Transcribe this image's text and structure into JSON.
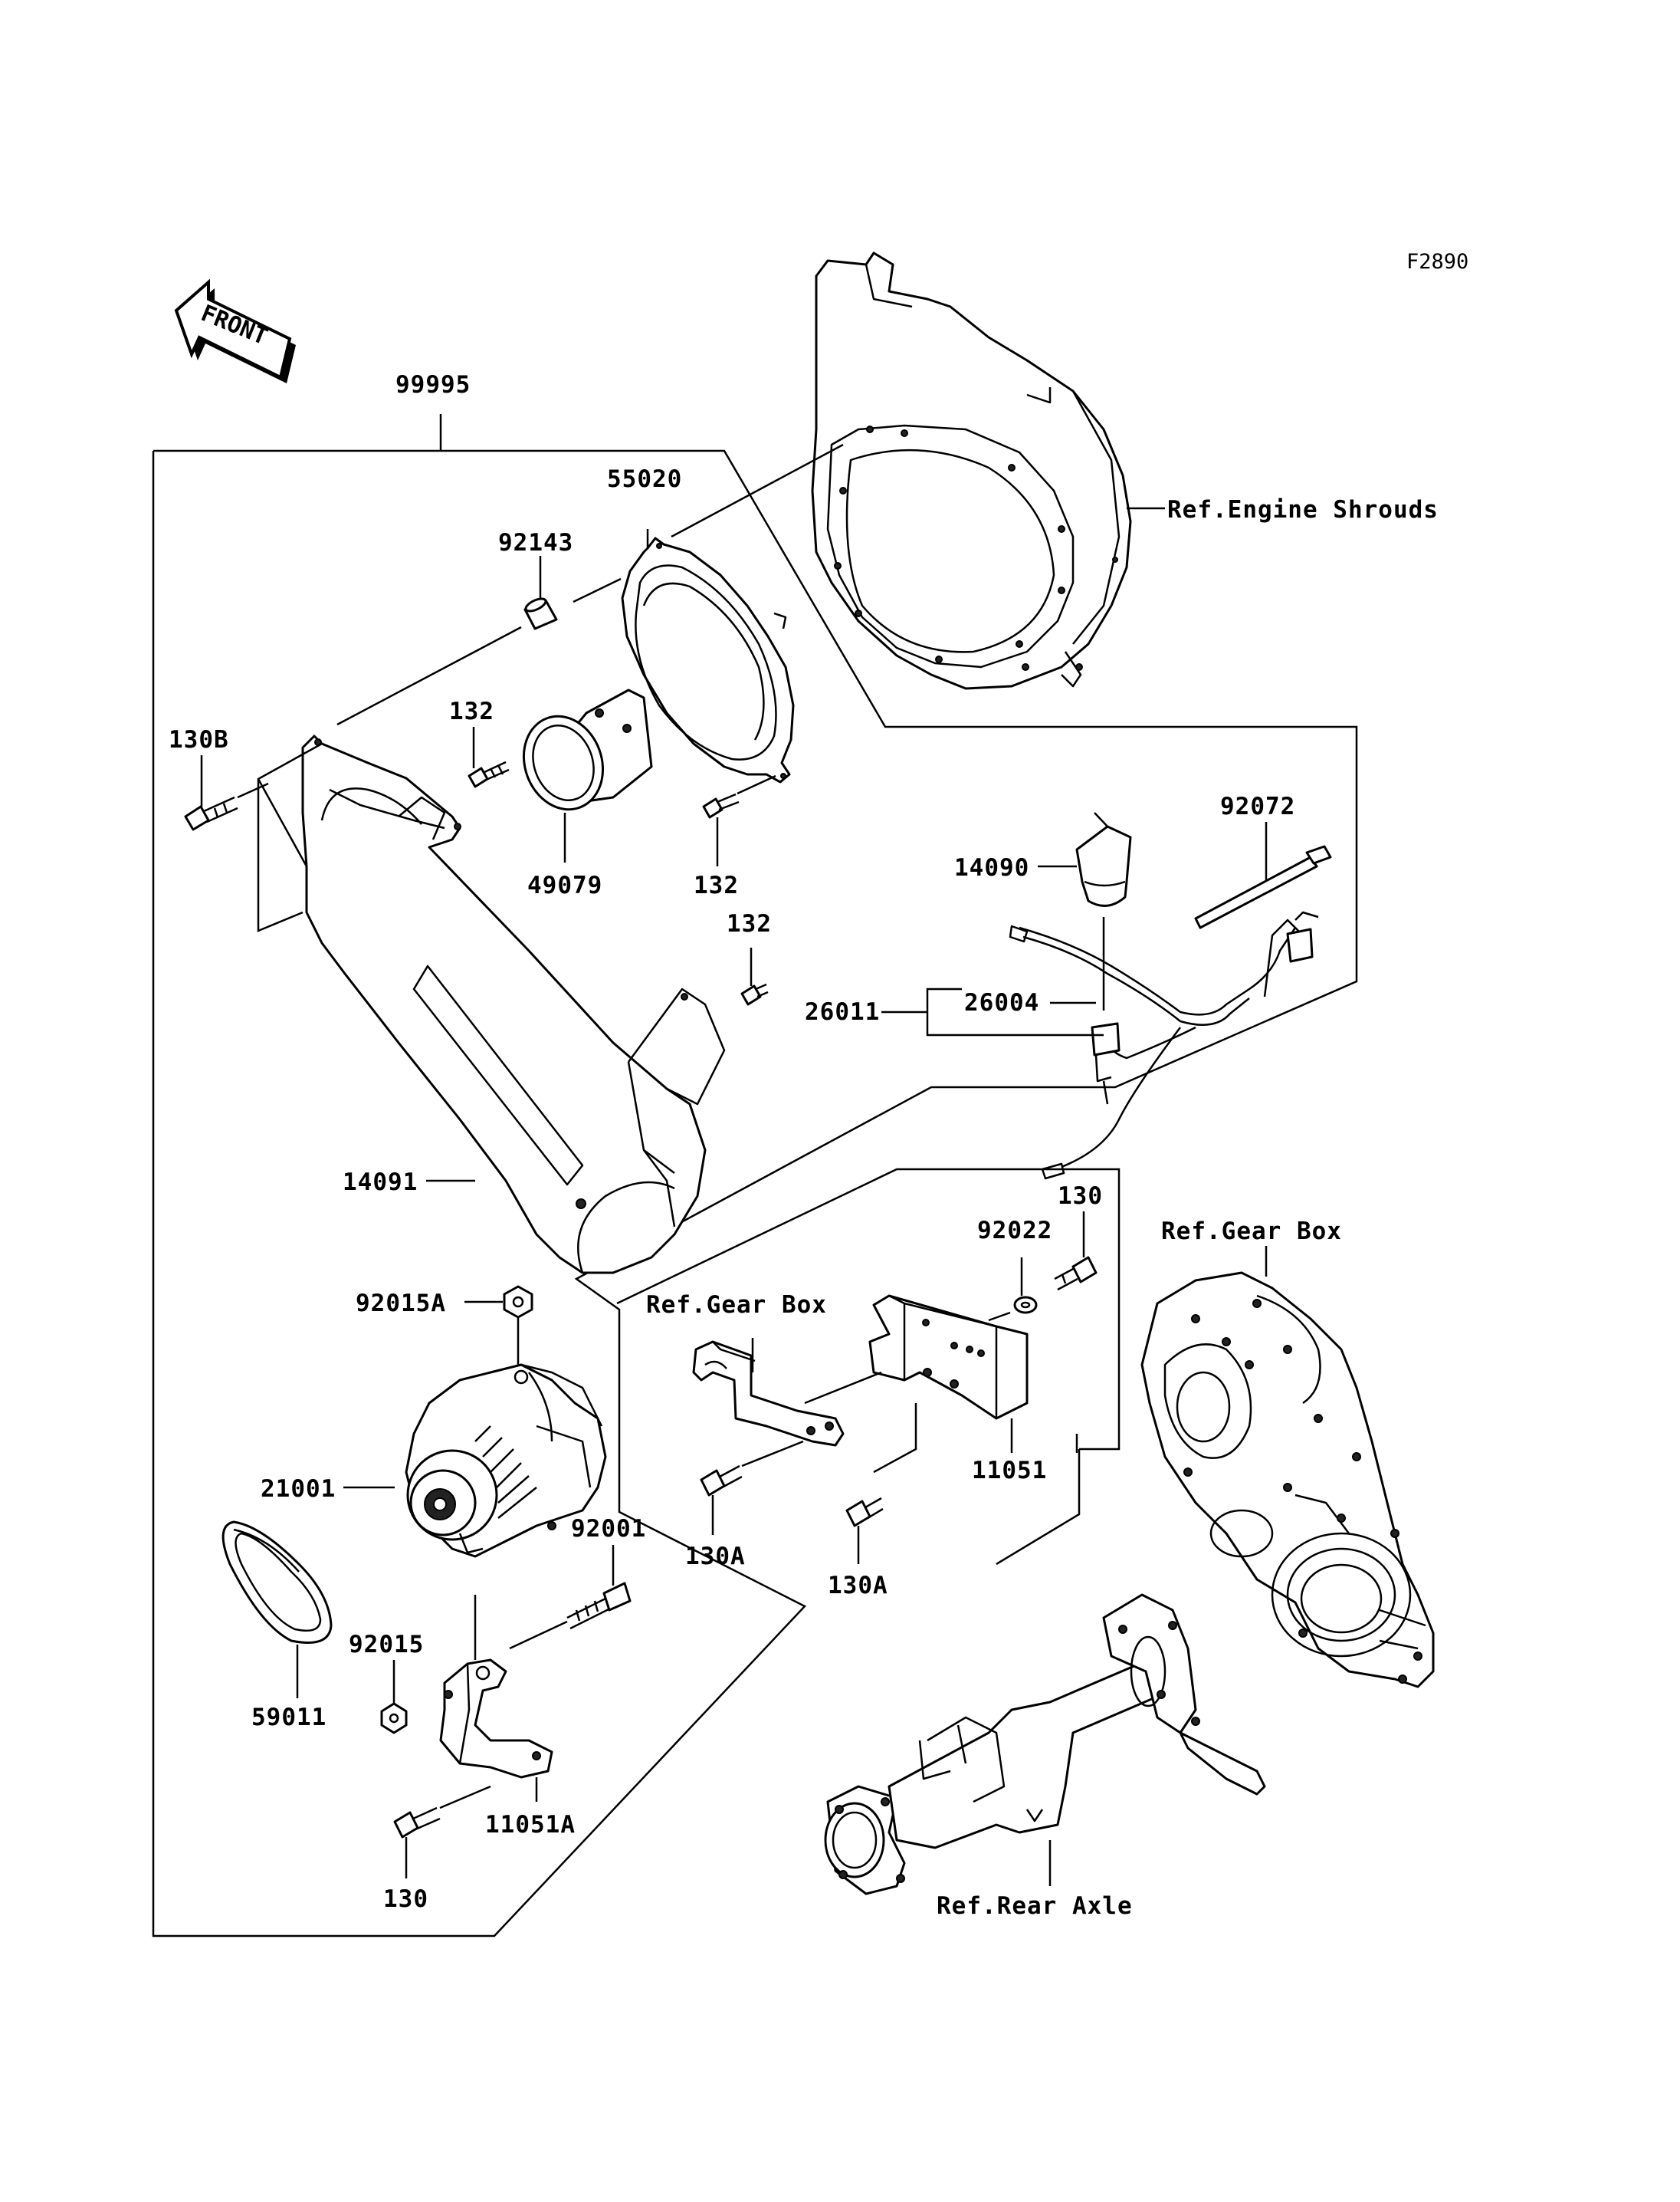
{
  "figure_id": "F2890",
  "front_label": "FRONT",
  "labels": {
    "p99995": "99995",
    "p55020": "55020",
    "p92143": "92143",
    "p132a": "132",
    "p130B": "130B",
    "p49079": "49079",
    "p132b": "132",
    "p132c": "132",
    "p14091": "14091",
    "p92072": "92072",
    "p14090": "14090",
    "p26004": "26004",
    "p26011": "26011",
    "ref_engine": "Ref.Engine Shrouds",
    "p130": "130",
    "p92022": "92022",
    "ref_gear1": "Ref.Gear Box",
    "ref_gear2": "Ref.Gear Box",
    "p92015A": "92015A",
    "p21001": "21001",
    "p92001": "92001",
    "p11051": "11051",
    "p130A1": "130A",
    "p130A2": "130A",
    "p92015": "92015",
    "p59011": "59011",
    "p11051A": "11051A",
    "p130b": "130",
    "ref_axle": "Ref.Rear Axle"
  }
}
